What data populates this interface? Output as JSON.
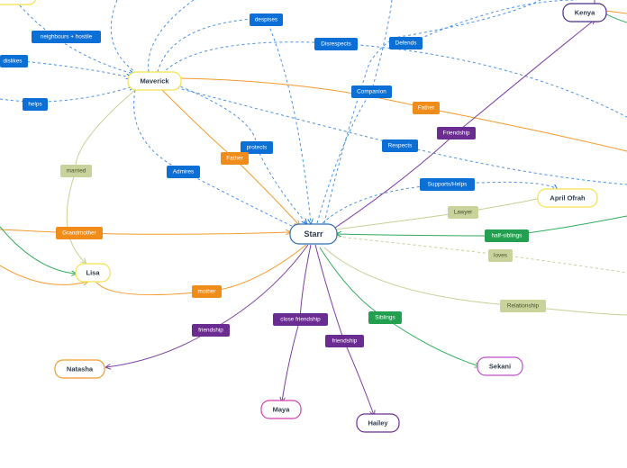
{
  "colors": {
    "blue": "#1a73e8",
    "blue_label": "#0b6fd6",
    "orange": "#f39a2c",
    "orange_label": "#f08c1a",
    "purple": "#7b3fa0",
    "purple_label": "#6a2c91",
    "green": "#2eaa5a",
    "green_label": "#23a04f",
    "olive": "#c5d094",
    "olive_label": "#c7d39a",
    "yellow": "#f2e24a"
  },
  "nodes": {
    "starr": "Starr",
    "maverick": "Maverick",
    "kenya": "Kenya",
    "april": "April Ofrah",
    "lisa": "Lisa",
    "natasha": "Natasha",
    "maya": "Maya",
    "hailey": "Hailey",
    "sekani": "Sekani"
  },
  "labels": {
    "despises": "despises",
    "neighbours": "neighbours + hostile",
    "dislikes": "dislikes",
    "helps": "helps",
    "disrespects": "Disrespects",
    "defends": "Defends",
    "companion": "Companion",
    "father_top": "Father",
    "friendship_kenya": "Friendship",
    "respects": "Respects",
    "protects": "protects",
    "father_mav": "Father",
    "admires": "Admires",
    "married": "married",
    "supports": "Supports/Helps",
    "lawyer": "Lawyer",
    "half_siblings": "half-siblings",
    "loves": "loves",
    "grandmother": "Grandmother",
    "mother": "mother",
    "relationship": "Relationship",
    "siblings": "Siblings",
    "close_friendship": "close friendship",
    "friendship_hailey": "friendship",
    "friendship_natasha": "friendship"
  }
}
